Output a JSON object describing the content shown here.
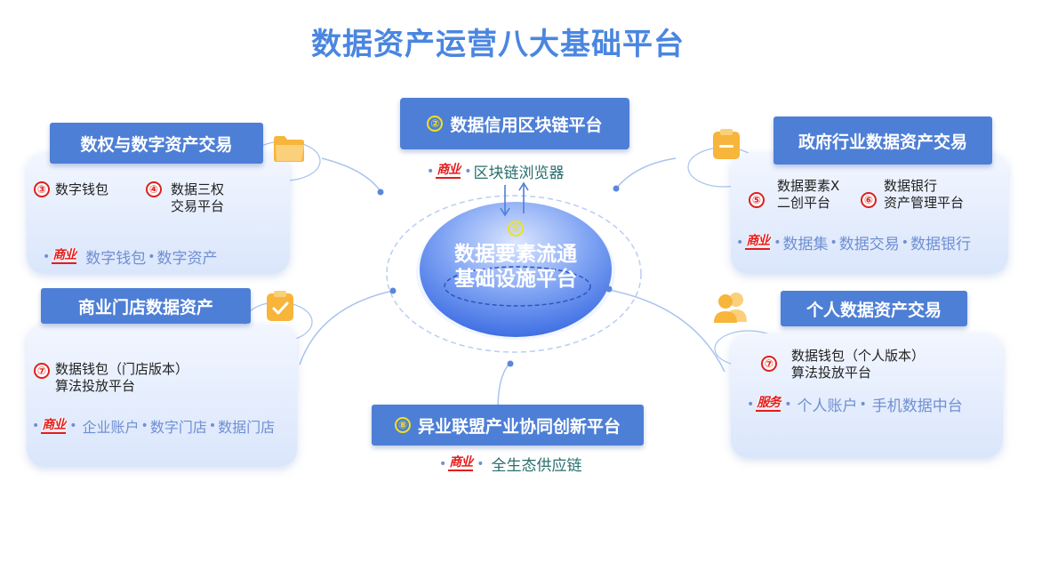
{
  "title": "数据资产运营八大基础平台",
  "center": {
    "number": "①",
    "line1": "数据要素流通",
    "line2": "基础设施平台"
  },
  "blockchain": {
    "number": "②",
    "header": "数据信用区块链平台",
    "stamp": "商业",
    "tagline": "区块链浏览器"
  },
  "left_top": {
    "header": "数权与数字资产交易",
    "items": [
      {
        "number": "③",
        "line1": "数字钱包",
        "line2": ""
      },
      {
        "number": "④",
        "line1": "数据三权",
        "line2": "交易平台"
      }
    ],
    "stamp": "商业",
    "tagline": [
      "数字钱包",
      "数字资产"
    ]
  },
  "right_top": {
    "header": "政府行业数据资产交易",
    "items": [
      {
        "number": "⑤",
        "line1": "数据要素X",
        "line2": "二创平台"
      },
      {
        "number": "⑥",
        "line1": "数据银行",
        "line2": "资产管理平台"
      }
    ],
    "stamp": "商业",
    "tagline": [
      "数据集",
      "数据交易",
      "数据银行"
    ]
  },
  "left_bottom": {
    "header": "商业门店数据资产",
    "item": {
      "number": "⑦",
      "line1": "数据钱包（门店版本）",
      "line2": "算法投放平台"
    },
    "stamp": "商业",
    "tagline": [
      "企业账户",
      "数字门店",
      "数据门店"
    ]
  },
  "right_bottom": {
    "header": "个人数据资产交易",
    "item": {
      "number": "⑦",
      "line1": "数据钱包（个人版本）",
      "line2": "算法投放平台"
    },
    "stamp": "服务",
    "tagline": [
      "个人账户",
      "手机数据中台"
    ]
  },
  "bottom": {
    "number": "⑧",
    "header": "异业联盟产业协同创新平台",
    "stamp": "商业",
    "tagline": "全生态供应链"
  },
  "colors": {
    "header_blue": "#4e7fd6",
    "title_blue": "#4a86e0",
    "accent_red": "#e0201d",
    "accent_yellow": "#f0e020",
    "icon_orange": "#f7b53b"
  },
  "icons": [
    "folder-icon",
    "clipboard-icon",
    "clipboard-check-icon",
    "people-icon"
  ]
}
